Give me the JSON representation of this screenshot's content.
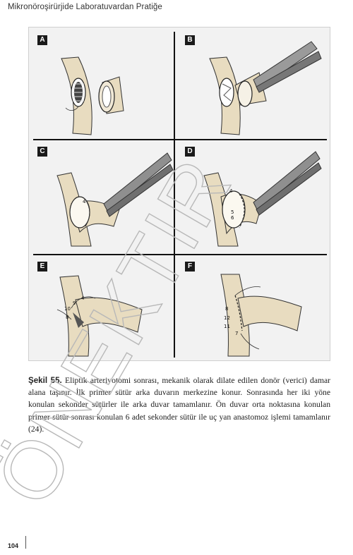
{
  "header": {
    "running_title": "Mikronöroşirürjide Laboratuvardan Pratiğe"
  },
  "figure": {
    "panels": [
      {
        "label": "A"
      },
      {
        "label": "B"
      },
      {
        "label": "C",
        "suture_numbers": [
          "4"
        ]
      },
      {
        "label": "D",
        "suture_numbers": [
          "4",
          "5",
          "6"
        ]
      },
      {
        "label": "E",
        "suture_numbers": [
          "10",
          "9",
          "4",
          "8"
        ]
      },
      {
        "label": "F",
        "suture_numbers": [
          "8",
          "12",
          "11",
          "7"
        ]
      }
    ]
  },
  "caption": {
    "label": "Şekil 55.",
    "text": "Eliptik arteriyotomi sonrası, mekanik olarak dilate edilen donör (verici) damar alana taşınır. İlk primer sütür arka duvarın merkezine konur. Sonrasında her iki yöne konulan sekonder sütürler ile arka duvar tamamlanır. Ön duvar orta noktasına konulan primer sütür sonrası konulan 6 adet sekonder sütür ile uç yan anastomoz işlemi tamamlanır (24)."
  },
  "footer": {
    "page_number": "104"
  },
  "watermark": {
    "text": "ÖNEKTIR"
  }
}
